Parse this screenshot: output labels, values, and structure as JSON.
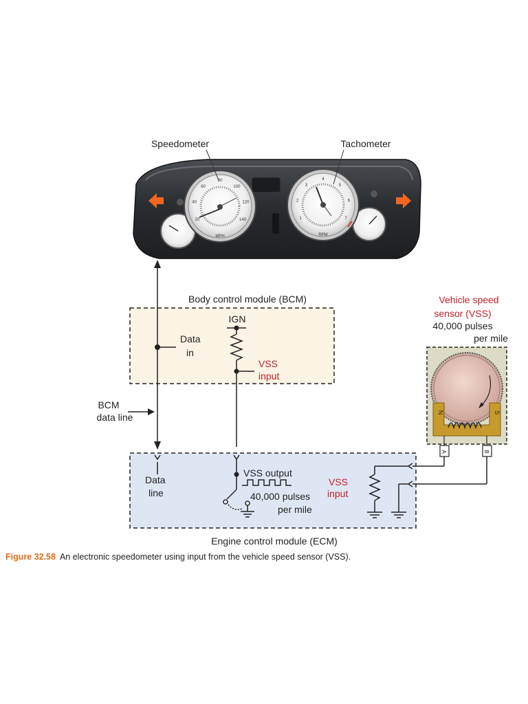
{
  "labels": {
    "speedometer": "Speedometer",
    "tachometer": "Tachometer",
    "bcm_title": "Body control module (BCM)",
    "ign": "IGN",
    "data_in_1": "Data",
    "data_in_2": "in",
    "vss_input_1": "VSS",
    "vss_input_2": "input",
    "bcm_data_line_1": "BCM",
    "bcm_data_line_2": "data line",
    "vss_sensor_1": "Vehicle speed",
    "vss_sensor_2": "sensor (VSS)",
    "vss_pulses_1": "40,000 pulses",
    "vss_pulses_2": "per mile",
    "data_line_1": "Data",
    "data_line_2": "line",
    "vss_output": "VSS output",
    "ecm_pulses_1": "40,000 pulses",
    "ecm_pulses_2": "per mile",
    "ecm_vss_input_1": "VSS",
    "ecm_vss_input_2": "input",
    "ecm_title": "Engine control module (ECM)",
    "sensor_pin_a": "A",
    "sensor_pin_b": "B",
    "magnet_n": "N",
    "magnet_s": "S"
  },
  "gauges": {
    "mph": "MPH",
    "rpm": "RPM",
    "speed_ticks": [
      "20",
      "40",
      "60",
      "80",
      "100",
      "120",
      "140"
    ],
    "tach_ticks": [
      "1",
      "2",
      "3",
      "4",
      "5",
      "6",
      "7"
    ]
  },
  "caption": {
    "figure": "Figure 32.58",
    "text": "An electronic speedometer using input from the vehicle speed sensor (VSS)."
  },
  "colors": {
    "label_red": "#c0202a",
    "caption_orange": "#e06a1a",
    "bcm_fill": "#fbf3e4",
    "ecm_fill": "#dfe6f3",
    "sensor_fill": "#dcdcc6",
    "magnet": "#c79a2c",
    "wheel": "#e8c6bd",
    "cluster": "#2e3135",
    "turn_arrow": "#f26522"
  }
}
